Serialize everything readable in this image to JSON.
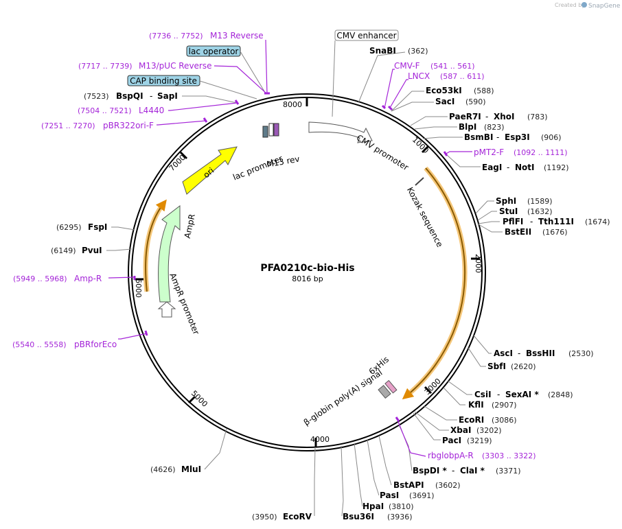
{
  "credit": {
    "prefix": "Created by",
    "brand": "SnapGene"
  },
  "plasmid": {
    "name": "PFA0210c-bio-His",
    "length": "8016 bp"
  },
  "ring_ticks": [
    "1000",
    "2000",
    "3000",
    "4000",
    "5000",
    "6000",
    "7000",
    "8000"
  ],
  "features": {
    "cmv_promoter": "CMV promoter",
    "kozak": "Kozak sequence",
    "his_tag": "6xHis",
    "polya": "β-globin poly(A) signal",
    "ampr": "AmpR",
    "ampr_promoter": "AmpR promoter",
    "ori": "ori",
    "lac_promoter": "lac promoter",
    "m13_rev": "M13 rev"
  },
  "boxed_labels": {
    "cmv_enhancer": "CMV enhancer",
    "lac_operator": "lac operator",
    "cap_site": "CAP binding site"
  },
  "enzymes": {
    "snabi": {
      "name": "SnaBI",
      "pos": "(362)"
    },
    "eco53ki": {
      "name": "Eco53kI",
      "pos": "(588)"
    },
    "saci": {
      "name": "SacI",
      "pos": "(590)"
    },
    "paer7i": {
      "name": "PaeR7I",
      "name2": "XhoI",
      "pos": "(783)"
    },
    "blpi": {
      "name": "BlpI",
      "pos": "(823)"
    },
    "bsmbi": {
      "name": "BsmBI",
      "name2": "Esp3I",
      "pos": "(906)"
    },
    "eagi": {
      "name": "EagI",
      "name2": "NotI",
      "pos": "(1192)"
    },
    "sphi": {
      "name": "SphI",
      "pos": "(1589)"
    },
    "stui": {
      "name": "StuI",
      "pos": "(1632)"
    },
    "pflfi": {
      "name": "PflFI",
      "name2": "Tth111I",
      "pos": "(1674)"
    },
    "bsteii": {
      "name": "BstEII",
      "pos": "(1676)"
    },
    "asci": {
      "name": "AscI",
      "name2": "BssHII",
      "pos": "(2530)"
    },
    "sbfi": {
      "name": "SbfI",
      "pos": "(2620)"
    },
    "csii": {
      "name": "CsiI",
      "name2": "SexAI *",
      "pos": "(2848)"
    },
    "kfli": {
      "name": "KflI",
      "pos": "(2907)"
    },
    "ecori": {
      "name": "EcoRI",
      "pos": "(3086)"
    },
    "xbai": {
      "name": "XbaI",
      "pos": "(3202)"
    },
    "paci": {
      "name": "PacI",
      "pos": "(3219)"
    },
    "bspdi": {
      "name": "BspDI *",
      "name2": "ClaI *",
      "pos": "(3371)"
    },
    "bstapi": {
      "name": "BstAPI",
      "pos": "(3602)"
    },
    "pasi": {
      "name": "PasI",
      "pos": "(3691)"
    },
    "hpai": {
      "name": "HpaI",
      "pos": "(3810)"
    },
    "bsu36i": {
      "name": "Bsu36I",
      "pos": "(3936)"
    },
    "ecorv": {
      "name": "EcoRV",
      "pos": "(3950)"
    },
    "mlui": {
      "name": "MluI",
      "pos": "(4626)"
    },
    "pvui": {
      "name": "PvuI",
      "pos": "(6149)"
    },
    "fspi": {
      "name": "FspI",
      "pos": "(6295)"
    },
    "bspqi": {
      "name": "BspQI",
      "name2": "SapI",
      "pos": "(7523)"
    }
  },
  "primers": {
    "cmv_f": {
      "name": "CMV-F",
      "range": "(541 .. 561)"
    },
    "lncx": {
      "name": "LNCX",
      "range": "(587 .. 611)"
    },
    "pmt2_f": {
      "name": "pMT2-F",
      "range": "(1092 .. 1111)"
    },
    "rbglobpa_r": {
      "name": "rbglobpA-R",
      "range": "(3303 .. 3322)"
    },
    "pbrforeco": {
      "name": "pBRforEco",
      "range": "(5540 .. 5558)"
    },
    "amp_r": {
      "name": "Amp-R",
      "range": "(5949 .. 5968)"
    },
    "pbr322ori_f": {
      "name": "pBR322ori-F",
      "range": "(7251 .. 7270)"
    },
    "l4440": {
      "name": "L4440",
      "range": "(7504 .. 7521)"
    },
    "m13puc_rev": {
      "name": "M13/pUC Reverse",
      "range": "(7717 .. 7739)"
    },
    "m13_reverse": {
      "name": "M13 Reverse",
      "range": "(7736 .. 7752)"
    }
  },
  "colors": {
    "primer": "#a424d8",
    "orf_arrow": "#f5a623",
    "ori": "#ffff00",
    "ampr": "#ccffcc",
    "boxed_fill": "#9ed3e6",
    "polya_fill": "#a9a9a9"
  }
}
